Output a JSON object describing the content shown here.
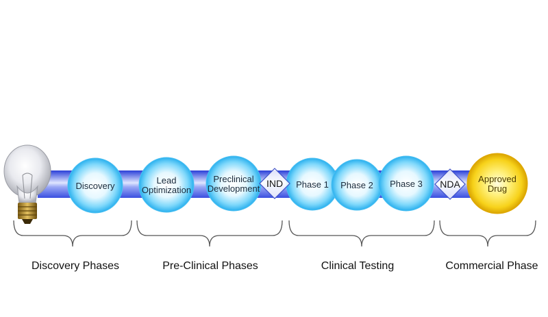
{
  "stages": [
    {
      "label": [
        "Discovery"
      ],
      "kind": "blue"
    },
    {
      "label": [
        "Lead",
        "Optimization"
      ],
      "kind": "blue"
    },
    {
      "label": [
        "Preclinical",
        "Development"
      ],
      "kind": "blue"
    },
    {
      "label": [
        "Phase 1"
      ],
      "kind": "blue"
    },
    {
      "label": [
        "Phase 2"
      ],
      "kind": "blue"
    },
    {
      "label": [
        "Phase 3"
      ],
      "kind": "blue"
    },
    {
      "label": [
        "Approved",
        "Drug"
      ],
      "kind": "gold"
    }
  ],
  "milestones": [
    {
      "label": "IND"
    },
    {
      "label": "NDA"
    }
  ],
  "phases": [
    {
      "label": "Discovery Phases"
    },
    {
      "label": "Pre-Clinical Phases"
    },
    {
      "label": "Clinical Testing"
    },
    {
      "label": "Commercial Phase"
    }
  ],
  "colors": {
    "pipe": "#7f8df0",
    "sphere_blue": "#46c3f4",
    "sphere_gold": "#f2c300",
    "brace": "#555555"
  },
  "icons": {
    "start": "light-bulb-icon"
  }
}
